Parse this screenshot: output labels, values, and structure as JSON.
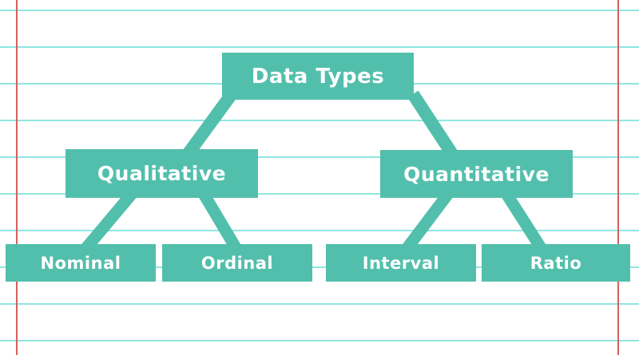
{
  "page": {
    "background_color": "#ffffff",
    "rule_line_color": "#90e6e0",
    "margin_line_color": "#d4615e"
  },
  "diagram": {
    "type": "tree",
    "node_color": "#52bfac",
    "node_text_color": "#ffffff",
    "root": {
      "label": "Data Types"
    },
    "children": [
      {
        "label": "Qualitative",
        "children": [
          {
            "label": "Nominal"
          },
          {
            "label": "Ordinal"
          }
        ]
      },
      {
        "label": "Quantitative",
        "children": [
          {
            "label": "Interval"
          },
          {
            "label": "Ratio"
          }
        ]
      }
    ]
  }
}
